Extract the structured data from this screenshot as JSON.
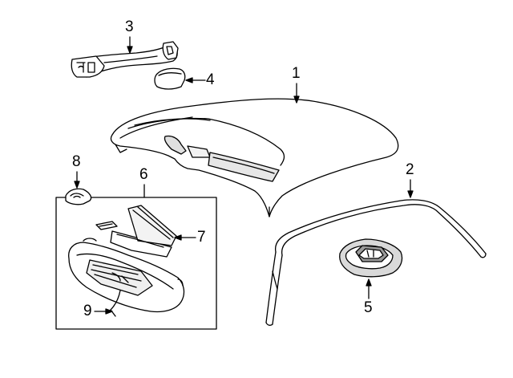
{
  "colors": {
    "line": "#000000",
    "fill": "#ffffff",
    "shade": "#d9d9d9",
    "shade_dark": "#9a9a9a"
  },
  "callouts": [
    {
      "id": "1",
      "label": "1",
      "part": "roof-panel"
    },
    {
      "id": "2",
      "label": "2",
      "part": "roof-side-molding"
    },
    {
      "id": "3",
      "label": "3",
      "part": "grab-handle"
    },
    {
      "id": "4",
      "label": "4",
      "part": "handle-cap"
    },
    {
      "id": "5",
      "label": "5",
      "part": "dome-lamp"
    },
    {
      "id": "6",
      "label": "6",
      "part": "sun-visor-assembly"
    },
    {
      "id": "7",
      "label": "7",
      "part": "vanity-mirror"
    },
    {
      "id": "8",
      "label": "8",
      "part": "visor-clip"
    },
    {
      "id": "9",
      "label": "9",
      "part": "visor-wire"
    }
  ]
}
